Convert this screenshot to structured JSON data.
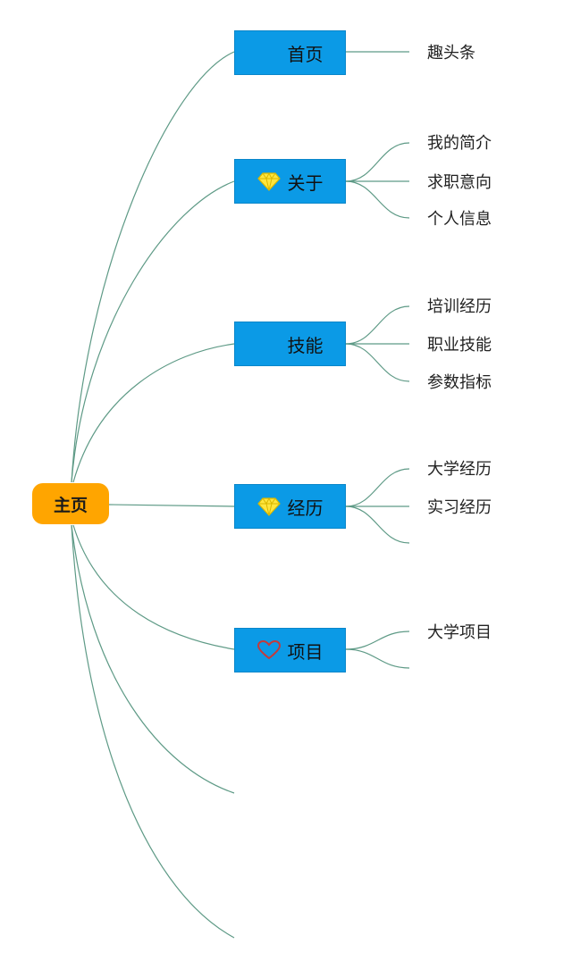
{
  "root": {
    "label": "主页"
  },
  "branches": [
    {
      "label": "首页",
      "icon": "",
      "children": [
        "趣头条"
      ]
    },
    {
      "label": "关于",
      "icon": "diamond-icon",
      "children": [
        "我的简介",
        "求职意向",
        "个人信息"
      ]
    },
    {
      "label": "技能",
      "icon": "",
      "children": [
        "培训经历",
        "职业技能",
        "参数指标"
      ]
    },
    {
      "label": "经历",
      "icon": "diamond-icon",
      "children": [
        "大学经历",
        "实习经历",
        ""
      ]
    },
    {
      "label": "项目",
      "icon": "heart-icon",
      "children": [
        "大学项目",
        ""
      ]
    }
  ],
  "colors": {
    "root": "#ffa500",
    "branch": "#0b9ae6",
    "line": "#5e9a86",
    "diamond": "#ffe53d",
    "heart": "#c53a3a"
  }
}
